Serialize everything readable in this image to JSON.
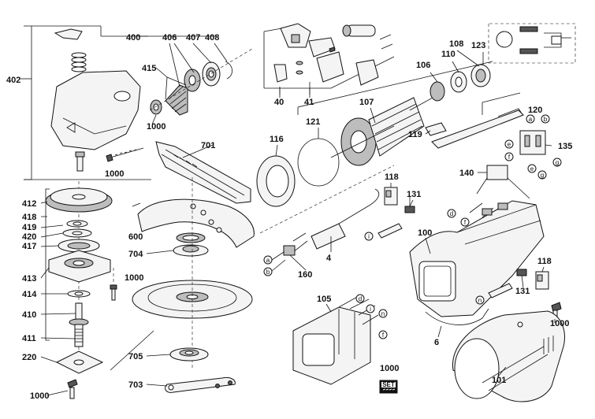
{
  "labels": {
    "p400": "400",
    "p406": "406",
    "p407": "407",
    "p408": "408",
    "p402": "402",
    "p415": "415",
    "p1000a": "1000",
    "p1000b": "1000",
    "p412": "412",
    "p418": "418",
    "p419": "419",
    "p420": "420",
    "p417": "417",
    "p413": "413",
    "p414": "414",
    "p410": "410",
    "p411": "411",
    "p220": "220",
    "p1000c": "1000",
    "p1000d": "1000",
    "p701": "701",
    "p600": "600",
    "p704": "704",
    "p705": "705",
    "p703": "703",
    "p40": "40",
    "p41": "41",
    "p116": "116",
    "p121": "121",
    "p107": "107",
    "p106": "106",
    "p110": "110",
    "p108": "108",
    "p123": "123",
    "p120": "120",
    "p119": "119",
    "p135": "135",
    "p140": "140",
    "p118a": "118",
    "p131a": "131",
    "p4": "4",
    "p160": "160",
    "p100": "100",
    "p6": "6",
    "p118b": "118",
    "p131b": "131",
    "p1000e": "1000",
    "p105": "105",
    "p1000f": "1000",
    "p101": "101"
  },
  "wire_letters": {
    "a1": "a",
    "b1": "b",
    "e1": "e",
    "f1": "f",
    "g1": "g",
    "e2": "e",
    "g2": "g",
    "d1": "d",
    "f2": "f",
    "i1": "i",
    "a2": "a",
    "b2": "b",
    "n1": "n",
    "d2": "d",
    "i2": "i",
    "n2": "n",
    "f3": "f"
  },
  "set_badge": {
    "text": "SET"
  },
  "icons": {
    "motor_schematic": "motor-wiring-schematic-icon",
    "set": "tool-set-icon"
  }
}
